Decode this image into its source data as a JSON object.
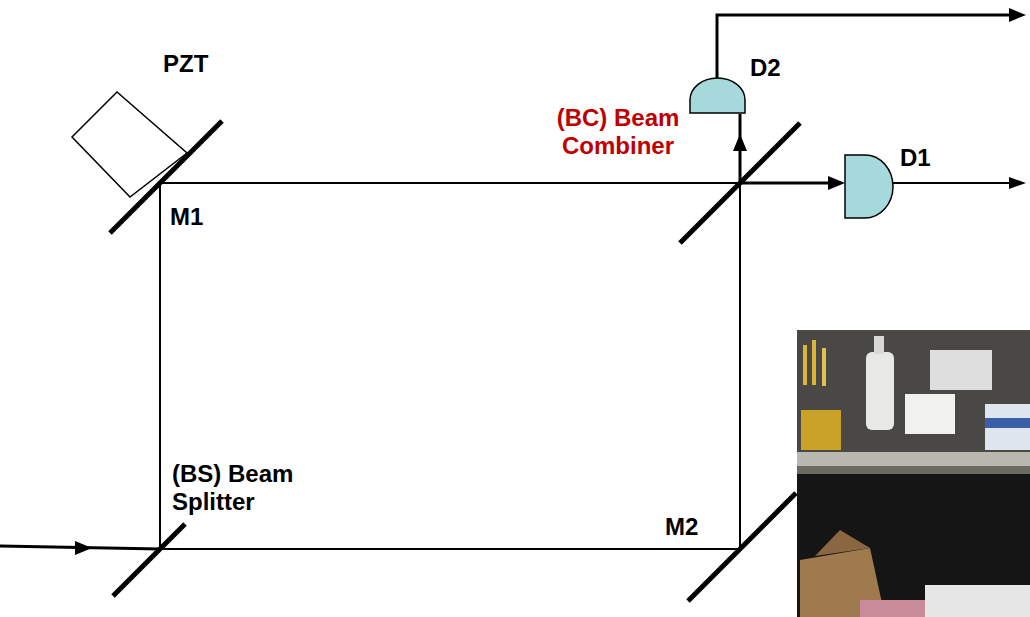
{
  "diagram": {
    "nodes": [
      {
        "text": [
          "PZT"
        ]
      },
      {
        "text": [
          "D2"
        ]
      },
      {
        "text": [
          "D1"
        ]
      }
    ],
    "labels": [
      "M1",
      "(BC) Beam Combiner",
      "(BS) Beam Splitter",
      "M2"
    ]
  }
}
